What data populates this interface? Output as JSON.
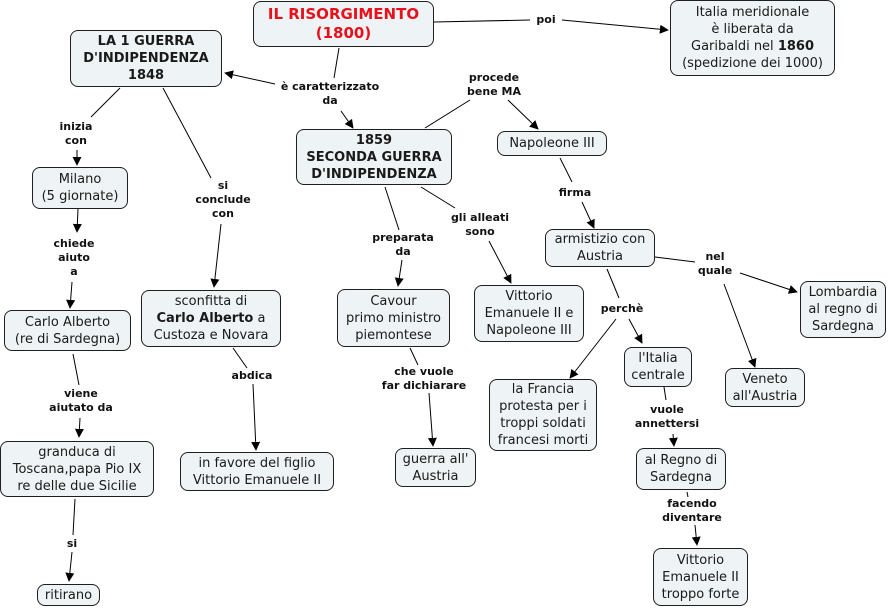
{
  "map": {
    "title": "IL RISORGIMENTO (1800)",
    "nodes": {
      "root": {
        "lines": [
          "IL RISORGIMENTO",
          "(1800)"
        ]
      },
      "war1": {
        "lines": [
          "LA 1 GUERRA",
          "D'INDIPENDENZA",
          "1848"
        ]
      },
      "war2": {
        "lines": [
          "1859",
          "SECONDA GUERRA",
          "D'INDIPENDENZA"
        ]
      },
      "south": {
        "lines": [
          "Italia meridionale",
          "è liberata da",
          "Garibaldi nel ",
          "(spedizione dei 1000)"
        ],
        "bold_year": "1860"
      },
      "napoleone": {
        "lines": [
          "Napoleone III"
        ]
      },
      "milano": {
        "lines": [
          "Milano",
          "(5 giornate)"
        ]
      },
      "sconfitta": {
        "lines": [
          "sconfitta di",
          " a",
          "Custoza e Novara"
        ],
        "bold_name": "Carlo Alberto"
      },
      "cavour": {
        "lines": [
          "Cavour",
          "primo ministro",
          "piemontese"
        ]
      },
      "alleati": {
        "lines": [
          "Vittorio",
          "Emanuele II e",
          "Napoleone III"
        ]
      },
      "armistizio": {
        "lines": [
          "armistizio con",
          "Austria"
        ]
      },
      "lombardia": {
        "lines": [
          "Lombardia",
          "al regno di",
          "Sardegna"
        ]
      },
      "carlo": {
        "lines": [
          "Carlo Alberto",
          "(re di Sardegna)"
        ]
      },
      "granduca": {
        "lines": [
          "granduca di",
          "Toscana,papa Pio IX",
          "re delle due Sicilie"
        ]
      },
      "figlio": {
        "lines": [
          "in favore del figlio",
          "Vittorio Emanuele II"
        ]
      },
      "guerra_austria": {
        "lines": [
          "guerra all'",
          "Austria"
        ]
      },
      "francia": {
        "lines": [
          "la Francia",
          "protesta per i",
          "troppi soldati",
          "francesi morti"
        ]
      },
      "italia_centrale": {
        "lines": [
          "l'Italia",
          "centrale"
        ]
      },
      "veneto": {
        "lines": [
          "Veneto",
          "all'Austria"
        ]
      },
      "regno_sardegna": {
        "lines": [
          "al Regno di",
          "Sardegna"
        ]
      },
      "ritirano": {
        "lines": [
          "ritirano"
        ]
      },
      "ve_forte": {
        "lines": [
          "Vittorio",
          "Emanuele II",
          "troppo forte"
        ]
      }
    },
    "links": {
      "poi": {
        "lines": [
          "poi"
        ]
      },
      "caratterizzato": {
        "lines": [
          "è caratterizzato",
          "da"
        ]
      },
      "procede": {
        "lines": [
          "procede",
          "bene MA"
        ]
      },
      "inizia": {
        "lines": [
          "inizia",
          "con"
        ]
      },
      "conclude": {
        "lines": [
          "si",
          "conclude",
          "con"
        ]
      },
      "firma": {
        "lines": [
          "firma"
        ]
      },
      "chiede": {
        "lines": [
          "chiede",
          "aiuto",
          "a"
        ]
      },
      "preparata": {
        "lines": [
          "preparata",
          "da"
        ]
      },
      "alleati": {
        "lines": [
          "gli alleati",
          "sono"
        ]
      },
      "nel_quale": {
        "lines": [
          "nel",
          "quale"
        ]
      },
      "perche": {
        "lines": [
          "perchè"
        ]
      },
      "abdica": {
        "lines": [
          "abdica"
        ]
      },
      "vuole_dichiarare": {
        "lines": [
          "che vuole",
          "far dichiarare"
        ]
      },
      "viene_aiutato": {
        "lines": [
          "viene",
          "aiutato da"
        ]
      },
      "annettersi": {
        "lines": [
          "vuole",
          "annettersi"
        ]
      },
      "facendo": {
        "lines": [
          "facendo",
          "diventare"
        ]
      },
      "si": {
        "lines": [
          "si"
        ]
      }
    },
    "colors": {
      "title_red": "#e8101a",
      "node_fill": "#eef3f5",
      "node_border": "#1f1f1f",
      "line": "#000000"
    }
  }
}
